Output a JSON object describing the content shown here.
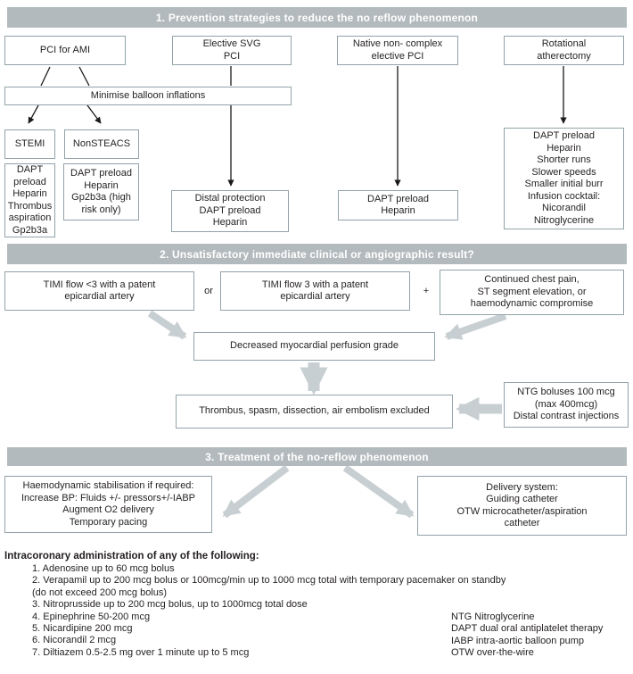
{
  "s1": {
    "title": "1. Prevention strategies to reduce the no reflow phenomenon",
    "boxes": {
      "pci_ami": "PCI for AMI",
      "elective_svg": "Elective SVG\nPCI",
      "native": "Native non- complex\nelective PCI",
      "rota": "Rotational\natherectomy",
      "minimise": "Minimise balloon inflations",
      "stemi": "STEMI",
      "nonsteacs": "NonSTEACS",
      "stemi_tx": "DAPT\npreload\nHeparin\nThrombus\naspiration\nGp2b3a",
      "nonsteacs_tx": "DAPT preload\nHeparin\nGp2b3a (high\nrisk only)",
      "svg_tx": "Distal protection\nDAPT preload\nHeparin",
      "native_tx": "DAPT preload\nHeparin",
      "rota_tx": "DAPT preload\nHeparin\nShorter runs\nSlower speeds\nSmaller initial burr\nInfusion cocktail:\nNicorandil\nNitroglycerine"
    }
  },
  "s2": {
    "title": "2. Unsatisfactory immediate clinical or angiographic result?",
    "or_label": "or",
    "plus_label": "+",
    "boxes": {
      "timi_lt3": "TIMI flow <3 with a patent\nepicardial artery",
      "timi_3": "TIMI flow 3 with a patent\nepicardial artery",
      "continued": "Continued chest pain,\nST segment elevation, or\nhaemodynamic compromise",
      "decreased": "Decreased myocardial perfusion grade",
      "excluded": "Thrombus, spasm, dissection, air embolism excluded",
      "ntg": "NTG boluses 100 mcg\n(max 400mcg)\nDistal contrast injections"
    }
  },
  "s3": {
    "title": "3. Treatment of the no-reflow phenomenon",
    "boxes": {
      "haemo": "Haemodynamic stabilisation if required:\nIncrease BP: Fluids +/- pressors+/-IABP\nAugment O2 delivery\nTemporary pacing",
      "delivery": "Delivery system:\nGuiding catheter\nOTW microcatheter/aspiration\ncatheter"
    }
  },
  "footer": {
    "heading": "Intracoronary administration of any of the following:",
    "items": [
      "1. Adenosine up to 60 mcg bolus",
      "2. Verapamil up to 200 mcg bolus or 100mcg/min up to 1000 mcg total with temporary pacemaker on standby\n(do not exceed 200 mcg bolus)",
      "3. Nitroprusside up to 200 mcg bolus, up to 1000mcg total dose",
      "4. Epinephrine 50-200 mcg",
      "5. Nicardipine 200 mcg",
      "6. Nicorandil 2 mcg",
      "7. Diltiazem 0.5-2.5 mg over 1 minute up to 5 mcg"
    ],
    "abbreviations": [
      "NTG Nitroglycerine",
      "DAPT dual oral antiplatelet therapy",
      "IABP intra-aortic balloon pump",
      "OTW over-the-wire"
    ]
  },
  "colors": {
    "section_bar": "#b3babd",
    "box_border": "#92a3a9",
    "thick_arrow": "#c8cfd2",
    "thin_arrow": "#1a1a1a",
    "text": "#231f20"
  }
}
